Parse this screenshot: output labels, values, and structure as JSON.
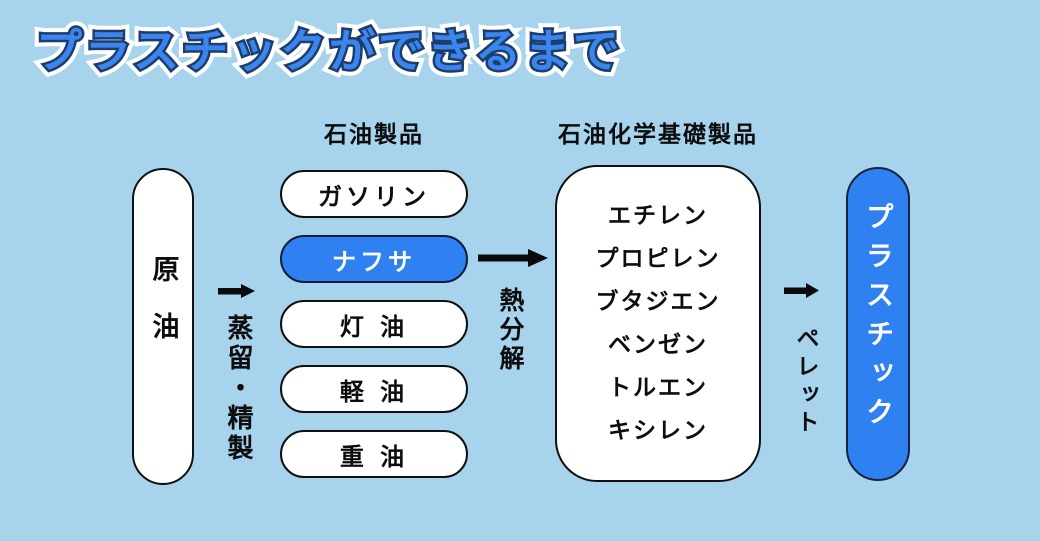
{
  "title": "プラスチックができるまで",
  "colors": {
    "background": "#a7d3ec",
    "accent_blue": "#2f80f0",
    "title_fill": "#3b85ec",
    "title_outline": "#1c3e6e",
    "node_border": "#101010",
    "node_fill": "#ffffff"
  },
  "flow": {
    "source": {
      "label": "原油"
    },
    "step1": {
      "arrow_label": "蒸留・精製"
    },
    "petroleum_products": {
      "heading": "石油製品",
      "items": [
        {
          "label": "ガソリン",
          "highlighted": false
        },
        {
          "label": "ナフサ",
          "highlighted": true
        },
        {
          "label": "灯 油",
          "highlighted": false
        },
        {
          "label": "軽 油",
          "highlighted": false
        },
        {
          "label": "重 油",
          "highlighted": false
        }
      ]
    },
    "step2": {
      "arrow_label": "熱分解"
    },
    "petrochemicals": {
      "heading": "石油化学基礎製品",
      "items": [
        "エチレン",
        "プロピレン",
        "ブタジエン",
        "ベンゼン",
        "トルエン",
        "キシレン"
      ]
    },
    "step3": {
      "arrow_label": "ペレット"
    },
    "result": {
      "label": "プラスチック"
    }
  }
}
